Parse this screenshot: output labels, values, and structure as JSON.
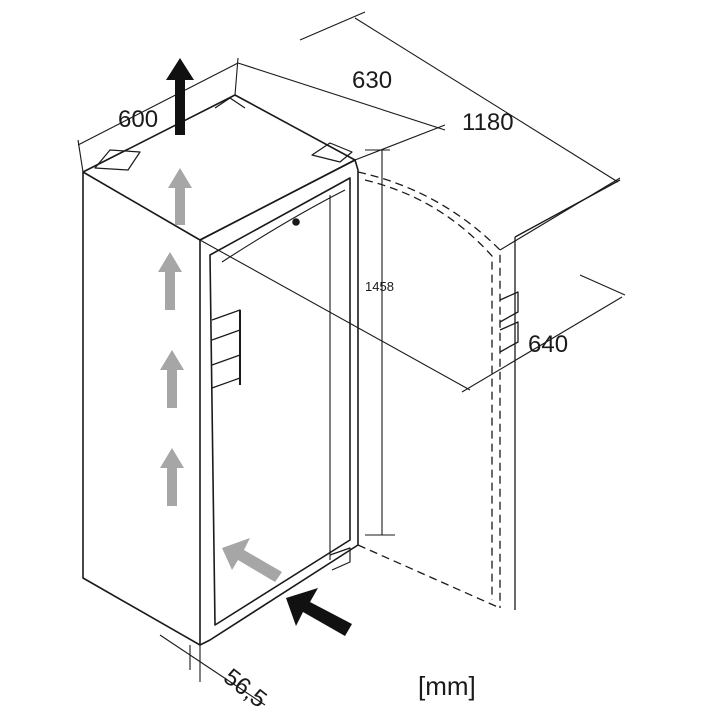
{
  "dimensions": {
    "width": "600",
    "depth": "630",
    "depth_door_open": "1180",
    "height": "1458",
    "clearance_depth": "640",
    "door_offset": "56,5"
  },
  "unit_label": "[mm]",
  "colors": {
    "line": "#1a1a1a",
    "airflow_arrow": "#a6a6a6",
    "move_arrow": "#111111"
  }
}
